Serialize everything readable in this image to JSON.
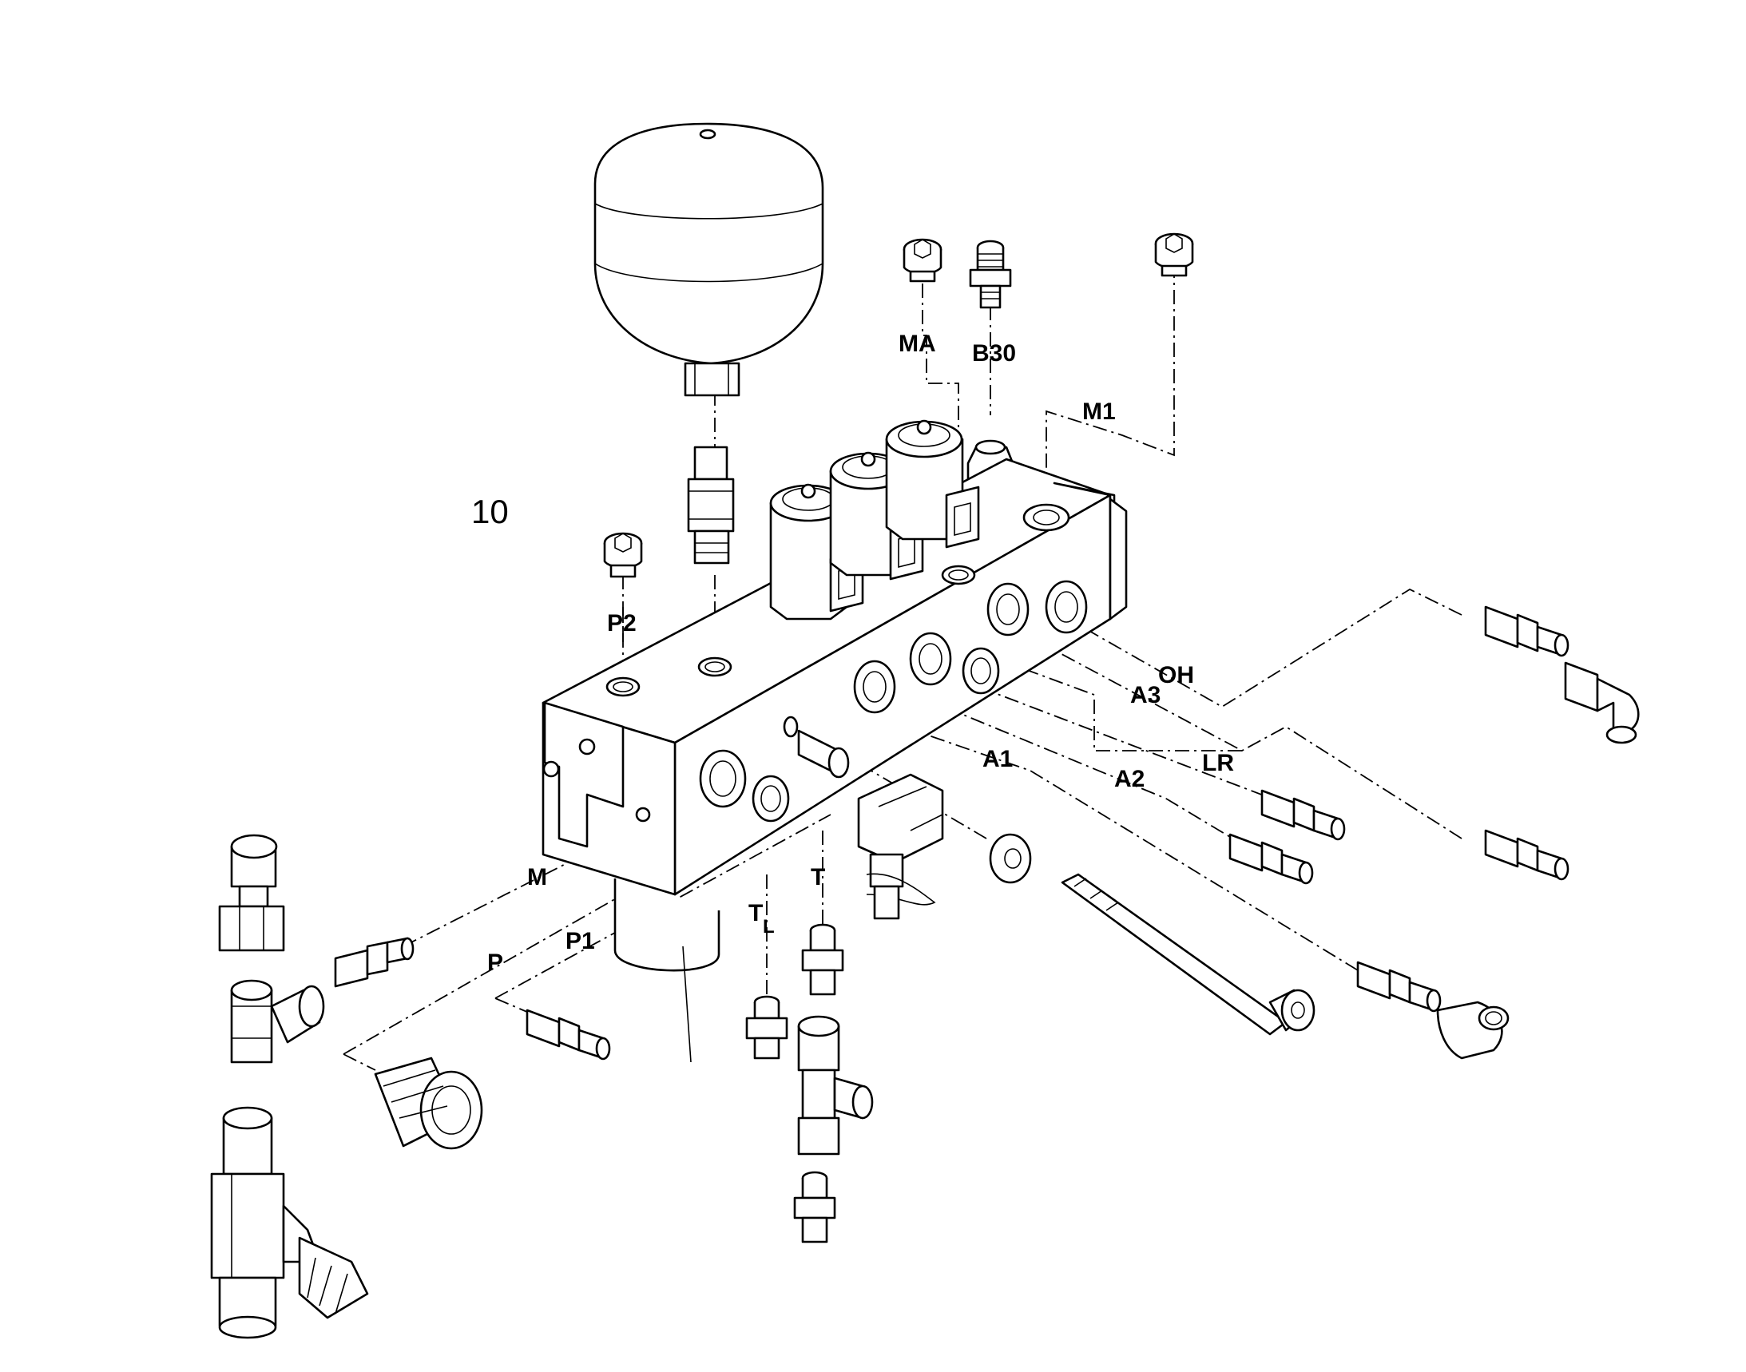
{
  "diagram": {
    "reference_number": "10",
    "port_labels": {
      "MA": "MA",
      "B30": "B30",
      "M1": "M1",
      "P2": "P2",
      "OH": "OH",
      "A3": "A3",
      "A1": "A1",
      "A2": "A2",
      "LR": "LR",
      "M": "M",
      "T": "T",
      "TL_main": "T",
      "TL_sub": "L",
      "P": "P",
      "P1": "P1"
    },
    "line_color": "#000000",
    "background": "#ffffff"
  }
}
